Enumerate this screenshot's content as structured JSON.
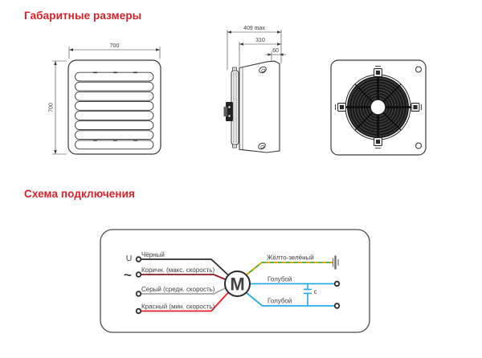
{
  "accent_color": "#d2232a",
  "sections": {
    "dimensions_heading": "Габаритные размеры",
    "wiring_heading": "Схема подключения"
  },
  "dimension_drawings": {
    "front_view": {
      "width": "700",
      "height": "700"
    },
    "side_view": {
      "depth_max": "409 max",
      "depth": "310",
      "flange_depth": "60"
    }
  },
  "wiring_diagram": {
    "input": {
      "voltage_label": "U",
      "ac_label": "~"
    },
    "motor_label": "M",
    "capacitor_label": "c",
    "left_wires": [
      {
        "label": "Чёрный",
        "color": "#2d2a2b"
      },
      {
        "label": "Коричн. (макс. скорость)",
        "color": "#8e1b1e"
      },
      {
        "label": "Серый (средн. скорость)",
        "color": "#a6a4a5"
      },
      {
        "label": "Красный (мин. скорость)",
        "color": "#ea1c24"
      }
    ],
    "right_wires": [
      {
        "label": "Жёлто-зелёный",
        "color": "#3daa35",
        "dash_color": "#f0a500"
      },
      {
        "label": "Голубой",
        "color": "#29abe2"
      },
      {
        "label": "Голубой",
        "color": "#29abe2"
      }
    ]
  }
}
